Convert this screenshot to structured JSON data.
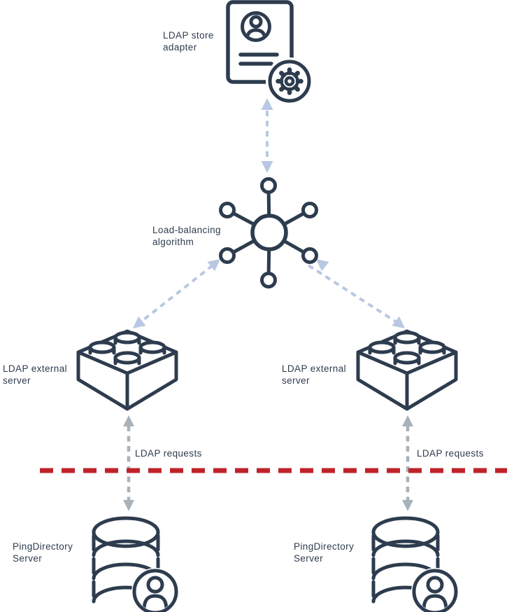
{
  "diagram": {
    "type": "architecture-diagram",
    "colors": {
      "background": "#ffffff",
      "ink": "#2d3c4e",
      "arrow_blue": "#b9c8e2",
      "arrow_gray": "#a8b2ba",
      "divider_red": "#bf2329"
    },
    "nodes": [
      {
        "id": "ldap-store-adapter",
        "icon": "id-card-with-gear-icon",
        "label_lines": [
          "LDAP store",
          "adapter"
        ]
      },
      {
        "id": "load-balancing-algorithm",
        "icon": "hub-spoke-icon",
        "label_lines": [
          "Load-balancing",
          "algorithm"
        ]
      },
      {
        "id": "ldap-external-server-left",
        "icon": "brick-icon",
        "label_lines": [
          "LDAP external",
          "server"
        ]
      },
      {
        "id": "ldap-external-server-right",
        "icon": "brick-icon",
        "label_lines": [
          "LDAP external",
          "server"
        ]
      },
      {
        "id": "pingdirectory-server-left",
        "icon": "database-user-icon",
        "label_lines": [
          "PingDirectory",
          "Server"
        ]
      },
      {
        "id": "pingdirectory-server-right",
        "icon": "database-user-icon",
        "label_lines": [
          "PingDirectory",
          "Server"
        ]
      }
    ],
    "edges": [
      {
        "id": "adapter-to-loadbalancer",
        "style": "dashed-double-arrow",
        "color": "arrow_blue",
        "label": ""
      },
      {
        "id": "loadbalancer-to-left-server",
        "style": "dashed-double-arrow",
        "color": "arrow_blue",
        "label": ""
      },
      {
        "id": "loadbalancer-to-right-server",
        "style": "dashed-double-arrow",
        "color": "arrow_blue",
        "label": ""
      },
      {
        "id": "left-server-to-pingdirectory",
        "style": "dashed-double-arrow",
        "color": "arrow_gray",
        "label": "LDAP requests"
      },
      {
        "id": "right-server-to-pingdirectory",
        "style": "dashed-double-arrow",
        "color": "arrow_gray",
        "label": "LDAP requests"
      }
    ],
    "divider": {
      "id": "network-boundary",
      "style": "dashed-line",
      "color": "divider_red"
    }
  }
}
